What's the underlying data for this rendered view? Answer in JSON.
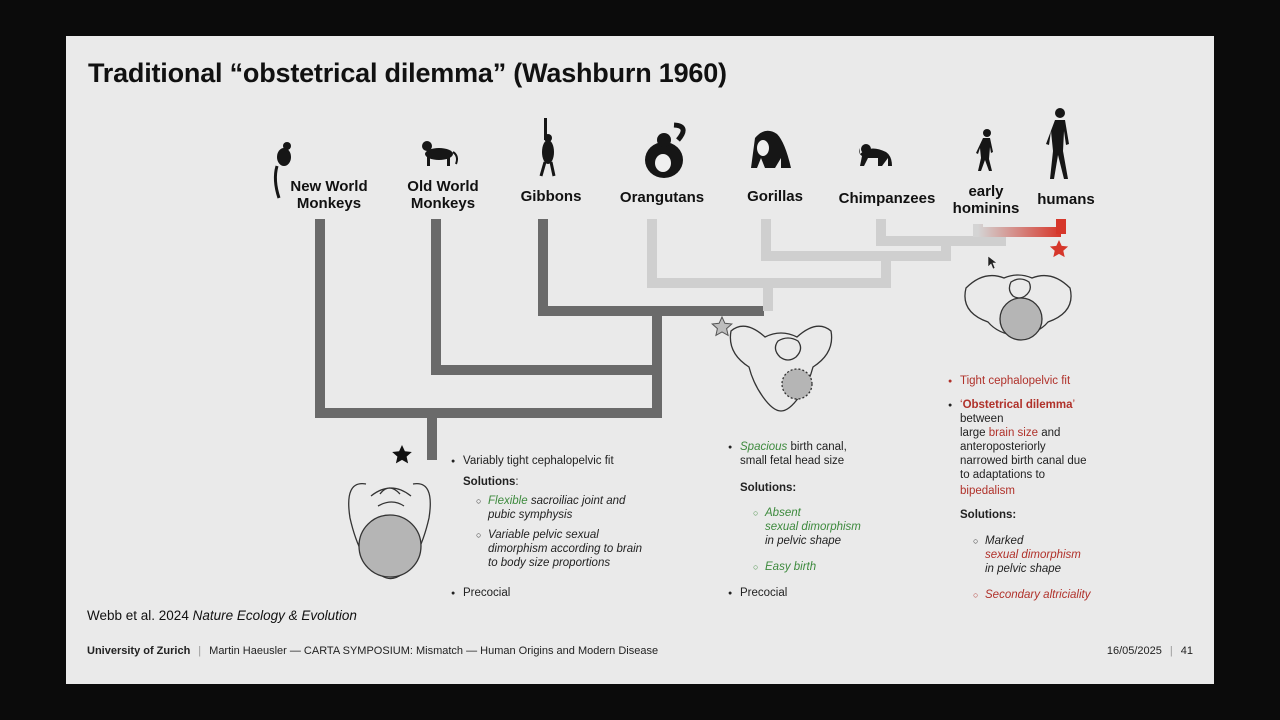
{
  "slide": {
    "title": "Traditional “obstetrical dilemma” (Washburn 1960)",
    "taxa": [
      {
        "label": "New World\nMonkeys"
      },
      {
        "label": "Old World\nMonkeys"
      },
      {
        "label": "Gibbons"
      },
      {
        "label": "Orangutans"
      },
      {
        "label": "Gorillas"
      },
      {
        "label": "Chimpanzees"
      },
      {
        "label": "early\nhominins"
      },
      {
        "label": "humans"
      }
    ],
    "monkeys_notes": {
      "b1": "Variably tight cephalopelvic fit",
      "solutions": "Solutions",
      "colon": ":",
      "s1_a": "Flexible",
      "s1_b": " sacroiliac joint and",
      "s1_c": "pubic symphysis",
      "s2_a": "Variable pelvic sexual",
      "s2_b": "dimorphism according to brain",
      "s2_c": "to body size proportions",
      "b2": "Precocial"
    },
    "apes_notes": {
      "b1_a": "Spacious",
      "b1_b": " birth canal,",
      "b1_c": "small fetal head size",
      "solutions": "Solutions:",
      "s1_a": "Absent",
      "s1_b": "sexual dimorphism",
      "s1_c": "in pelvic shape",
      "s2": "Easy birth",
      "b2": "Precocial"
    },
    "humans_notes": {
      "b1": "Tight cephalopelvic fit",
      "b2_q1": "‘",
      "b2_a": "Obstetrical dilemma",
      "b2_q2": "’",
      "b2_b": "between",
      "b2_c1": "large ",
      "b2_c2": "brain size",
      "b2_c3": " and",
      "b2_d": "anteroposteriorly",
      "b2_e": "narrowed birth canal due",
      "b2_f": "to adaptations to",
      "b2_g": "bipedalism",
      "solutions": "Solutions:",
      "s1_a": "Marked",
      "s1_b": "sexual dimorphism",
      "s1_c": "in pelvic shape",
      "s2": "Secondary altriciality"
    },
    "citation_a": "Webb et al. 2024 ",
    "citation_b": "Nature Ecology & Evolution"
  },
  "footer": {
    "institution": "University of Zurich",
    "separator": "|",
    "talk": "Martin Haeusler — CARTA SYMPOSIUM: Mismatch — Human Origins and Modern Disease",
    "date": "16/05/2025",
    "page": "41"
  },
  "colors": {
    "title": "#111111",
    "tree_dark": "#6a6a6a",
    "tree_light": "#cfcfcf",
    "human_red": "#d6372b",
    "green": "#3d8a3d",
    "red_text": "#b0312a"
  },
  "icons": [
    "primate-silhouette-icon",
    "star-icon",
    "pelvis-icon"
  ]
}
